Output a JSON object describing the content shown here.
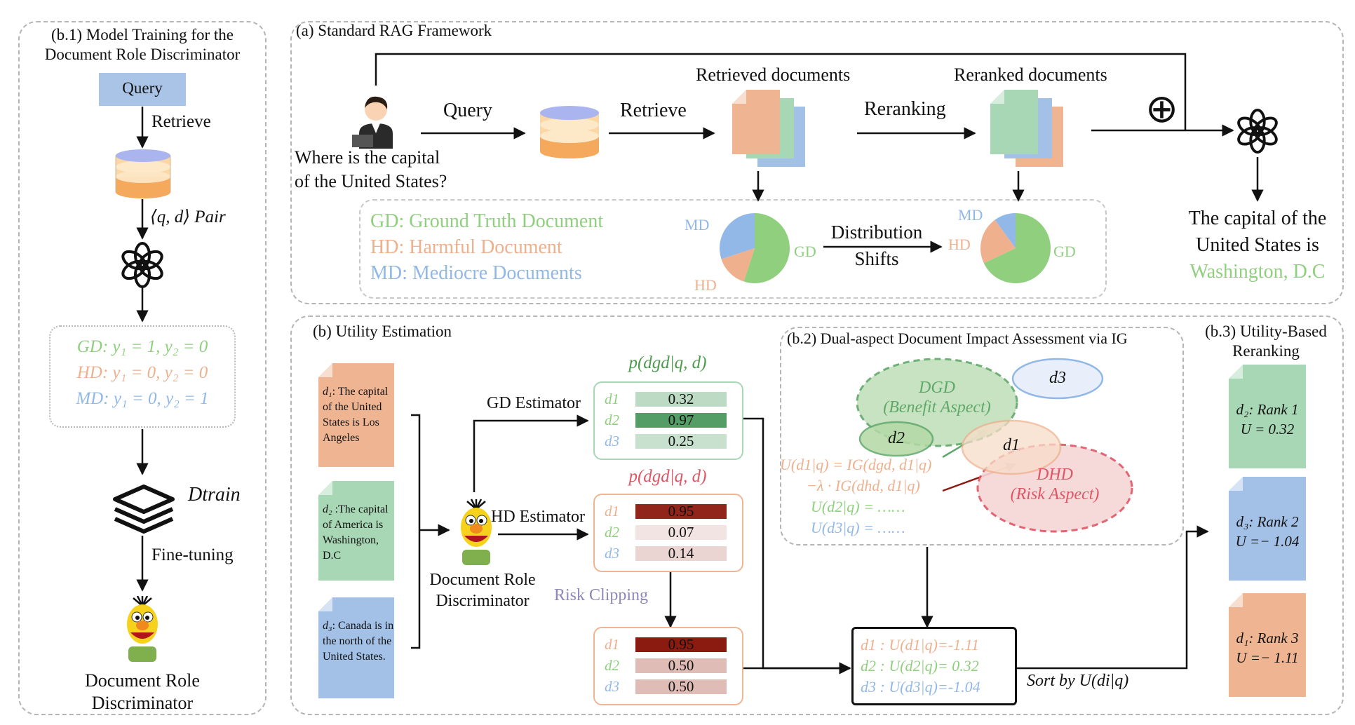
{
  "colors": {
    "gd": "#8fcf7e",
    "hd": "#efb08e",
    "md": "#92b8e8",
    "gd_dark": "#5fa86a",
    "hd_dark": "#e05565",
    "risk_red": "#8b1a10",
    "query_box": "#a9c4e6",
    "doc_orange": "#efb592",
    "doc_green": "#a7d7b4",
    "doc_blue": "#a3c0e6"
  },
  "b1": {
    "title_line1": "(b.1) Model Training for the",
    "title_line2": "Document Role Discriminator",
    "query": "Query",
    "retrieve": "Retrieve",
    "pair": "⟨q, d⟩ Pair",
    "gd_line": "GD: y₁ = 1, y₂ = 0",
    "hd_line": "HD: y₁ = 0, y₂ = 0",
    "md_line": "MD: y₁ = 0, y₂ = 1",
    "dtrain": "Dtrain",
    "finetune": "Fine-tuning",
    "model_line1": "Document Role",
    "model_line2": "Discriminator"
  },
  "a": {
    "title": "(a) Standard RAG Framework",
    "question_line1": "Where is the capital",
    "question_line2": "of the United States?",
    "query": "Query",
    "retrieve": "Retrieve",
    "retrieved": "Retrieved documents",
    "reranking": "Reranking",
    "reranked": "Reranked documents",
    "plus": "⊕",
    "answer_line1": "The capital of the",
    "answer_line2": "United States is",
    "answer_line3": "Washington, D.C",
    "legend_gd": "GD: Ground Truth Document",
    "legend_hd": "HD: Harmful Document",
    "legend_md": "MD: Mediocre Documents",
    "pie_md": "MD",
    "pie_gd": "GD",
    "pie_hd": "HD",
    "shift_line1": "Distribution",
    "shift_line2": "Shifts"
  },
  "b": {
    "title": "(b) Utility Estimation",
    "d1_label": "d₁",
    "d1_text": ": The capital of the United States is Los Angeles",
    "d2_label": "d₂",
    "d2_text": " :The capital of America is Washington, D.C",
    "d3_label": "d₃",
    "d3_text": ": Canada is in the north of the United States.",
    "gd_estimator": "GD Estimator",
    "hd_estimator": "HD Estimator",
    "drd_line1": "Document Role",
    "drd_line2": "Discriminator",
    "p_gd": "p(dgd|q, d)",
    "p_hd": "p(dgd|q, d)",
    "risk_clipping": "Risk Clipping",
    "row_d1": "d1",
    "row_d2": "d2",
    "row_d3": "d3",
    "gd_scores": [
      "0.32",
      "0.97",
      "0.25"
    ],
    "hd_scores": [
      "0.95",
      "0.07",
      "0.14"
    ],
    "clip_scores": [
      "0.95",
      "0.50",
      "0.50"
    ],
    "sort_d1": "d1 :  U(d1|q)=-1.11",
    "sort_d2": "d2 :  U(d2|q)= 0.32",
    "sort_d3": "d3 :  U(d3|q)=-1.04",
    "sort_by": "Sort by U(di|q)"
  },
  "b2": {
    "title": "(b.2) Dual-aspect Document Impact Assessment via IG",
    "dgd": "DGD",
    "benefit": "(Benefit Aspect)",
    "dhd": "DHD",
    "risk": "(Risk Aspect)",
    "d1": "d1",
    "d2": "d2",
    "d3": "d3",
    "eq1": "U(d1|q) = IG(dgd, d1|q)",
    "eq2": "−λ · IG(dhd, d1|q)",
    "eq3": "U(d2|q) = ……",
    "eq4": "U(d3|q) = ……"
  },
  "b3": {
    "title_line1": "(b.3) Utility-Based",
    "title_line2": "Reranking",
    "r1_line1": "d₂: Rank 1",
    "r1_line2": "U = 0.32",
    "r2_line1": "d₃: Rank 2",
    "r2_line2": "U =− 1.04",
    "r3_line1": "d₁: Rank 3",
    "r3_line2": "U =− 1.11"
  },
  "pies": {
    "retrieved": [
      {
        "role": "GD",
        "fraction": 0.55
      },
      {
        "role": "HD",
        "fraction": 0.15
      },
      {
        "role": "MD",
        "fraction": 0.3
      }
    ],
    "reranked": [
      {
        "role": "GD",
        "fraction": 0.68
      },
      {
        "role": "HD",
        "fraction": 0.22
      },
      {
        "role": "MD",
        "fraction": 0.1
      }
    ]
  },
  "bars": {
    "gd_fill": [
      0.32,
      0.97,
      0.25
    ],
    "hd_fill": [
      0.95,
      0.07,
      0.14
    ],
    "clip_fill": [
      0.95,
      0.5,
      0.5
    ]
  }
}
